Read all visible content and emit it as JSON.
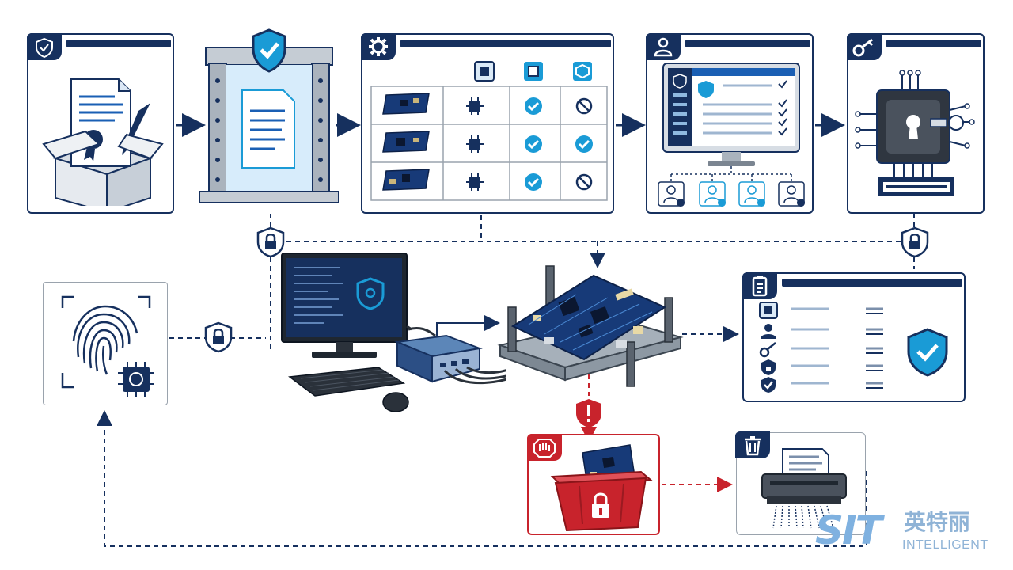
{
  "logo": {
    "mark": "SIT",
    "chinese": "英特丽",
    "english": "INTELLIGENT"
  },
  "colors": {
    "navy": "#16305e",
    "blue": "#1a9bd6",
    "red": "#c8232c",
    "steel": "#9aa3ad"
  },
  "qualification_table": {
    "columns": [
      "pcb-icon",
      "chip-icon",
      "verified-chip-icon"
    ],
    "rows": [
      {
        "board": "pcb-board",
        "chip": "chip",
        "status_a": "check",
        "status_b": "blocked"
      },
      {
        "board": "pcb-board",
        "chip": "chip",
        "status_a": "check",
        "status_b": "check"
      },
      {
        "board": "pcb-board",
        "chip": "chip",
        "status_a": "check",
        "status_b": "blocked"
      }
    ]
  },
  "icons": [
    "shield-check-icon",
    "gear-icon",
    "user-icon",
    "key-icon",
    "clipboard-icon",
    "trash-icon",
    "stop-hand-icon",
    "lock-icon",
    "warning-icon",
    "fingerprint-icon"
  ]
}
